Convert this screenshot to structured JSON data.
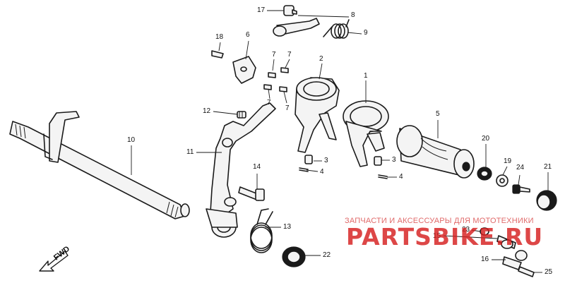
{
  "callouts": [
    {
      "id": "1",
      "label": "1"
    },
    {
      "id": "2",
      "label": "2"
    },
    {
      "id": "3a",
      "label": "3"
    },
    {
      "id": "3b",
      "label": "3"
    },
    {
      "id": "4a",
      "label": "4"
    },
    {
      "id": "4b",
      "label": "4"
    },
    {
      "id": "5",
      "label": "5"
    },
    {
      "id": "6",
      "label": "6"
    },
    {
      "id": "7a",
      "label": "7"
    },
    {
      "id": "7b",
      "label": "7"
    },
    {
      "id": "7c",
      "label": "7"
    },
    {
      "id": "7d",
      "label": "7"
    },
    {
      "id": "8",
      "label": "8"
    },
    {
      "id": "9",
      "label": "9"
    },
    {
      "id": "10",
      "label": "10"
    },
    {
      "id": "11",
      "label": "11"
    },
    {
      "id": "12",
      "label": "12"
    },
    {
      "id": "13",
      "label": "13"
    },
    {
      "id": "14",
      "label": "14"
    },
    {
      "id": "15",
      "label": "15"
    },
    {
      "id": "16",
      "label": "16"
    },
    {
      "id": "17",
      "label": "17"
    },
    {
      "id": "18",
      "label": "18"
    },
    {
      "id": "19",
      "label": "19"
    },
    {
      "id": "20",
      "label": "20"
    },
    {
      "id": "21",
      "label": "21"
    },
    {
      "id": "22",
      "label": "22"
    },
    {
      "id": "23",
      "label": "23"
    },
    {
      "id": "24",
      "label": "24"
    },
    {
      "id": "25",
      "label": "25"
    }
  ],
  "direction": {
    "label": "FWD"
  },
  "watermark": {
    "caption": "ЗАПЧАСТИ И АКСЕССУАРЫ ДЛЯ МОТОТЕХНИКИ",
    "logo": "PARTSBIKE.RU"
  },
  "colors": {
    "line": "#1a1a1a",
    "watermark": "#d61e1e",
    "background": "#ffffff"
  }
}
